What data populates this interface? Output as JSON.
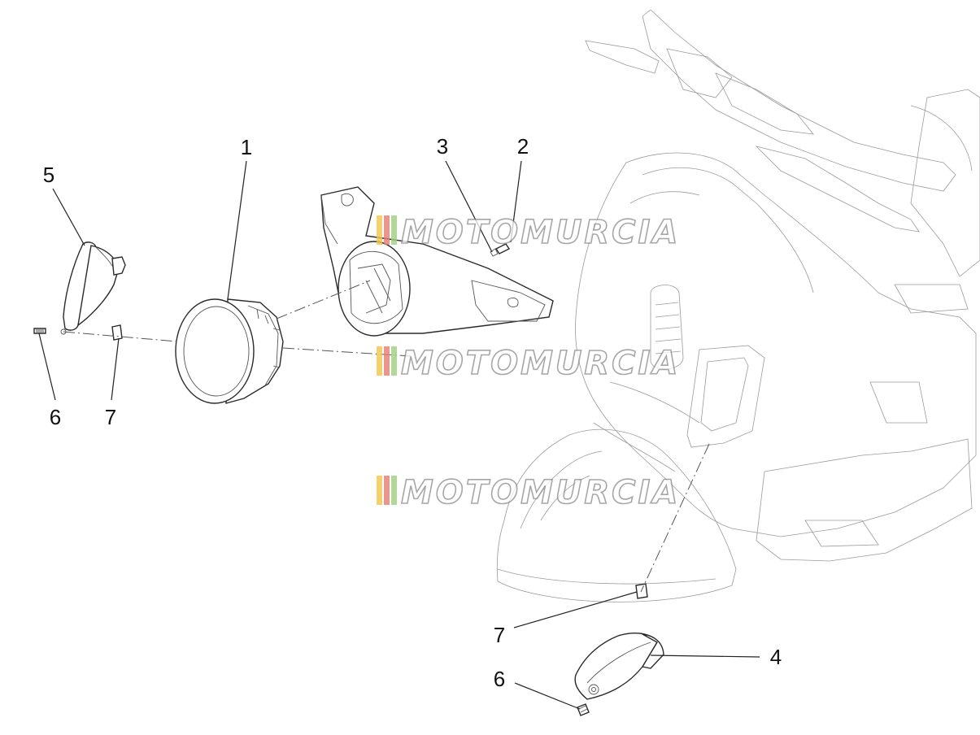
{
  "callouts": [
    {
      "id": "c1",
      "label": "1"
    },
    {
      "id": "c2",
      "label": "2"
    },
    {
      "id": "c3",
      "label": "3"
    },
    {
      "id": "c4",
      "label": "4"
    },
    {
      "id": "c5",
      "label": "5"
    },
    {
      "id": "c6a",
      "label": "6"
    },
    {
      "id": "c6b",
      "label": "6"
    },
    {
      "id": "c7a",
      "label": "7"
    },
    {
      "id": "c7b",
      "label": "7"
    }
  ],
  "watermark": {
    "text": "MOTOMURCIA",
    "stripe_colors": [
      "#f2c64a",
      "#e87b6f",
      "#9ccf7e"
    ]
  }
}
